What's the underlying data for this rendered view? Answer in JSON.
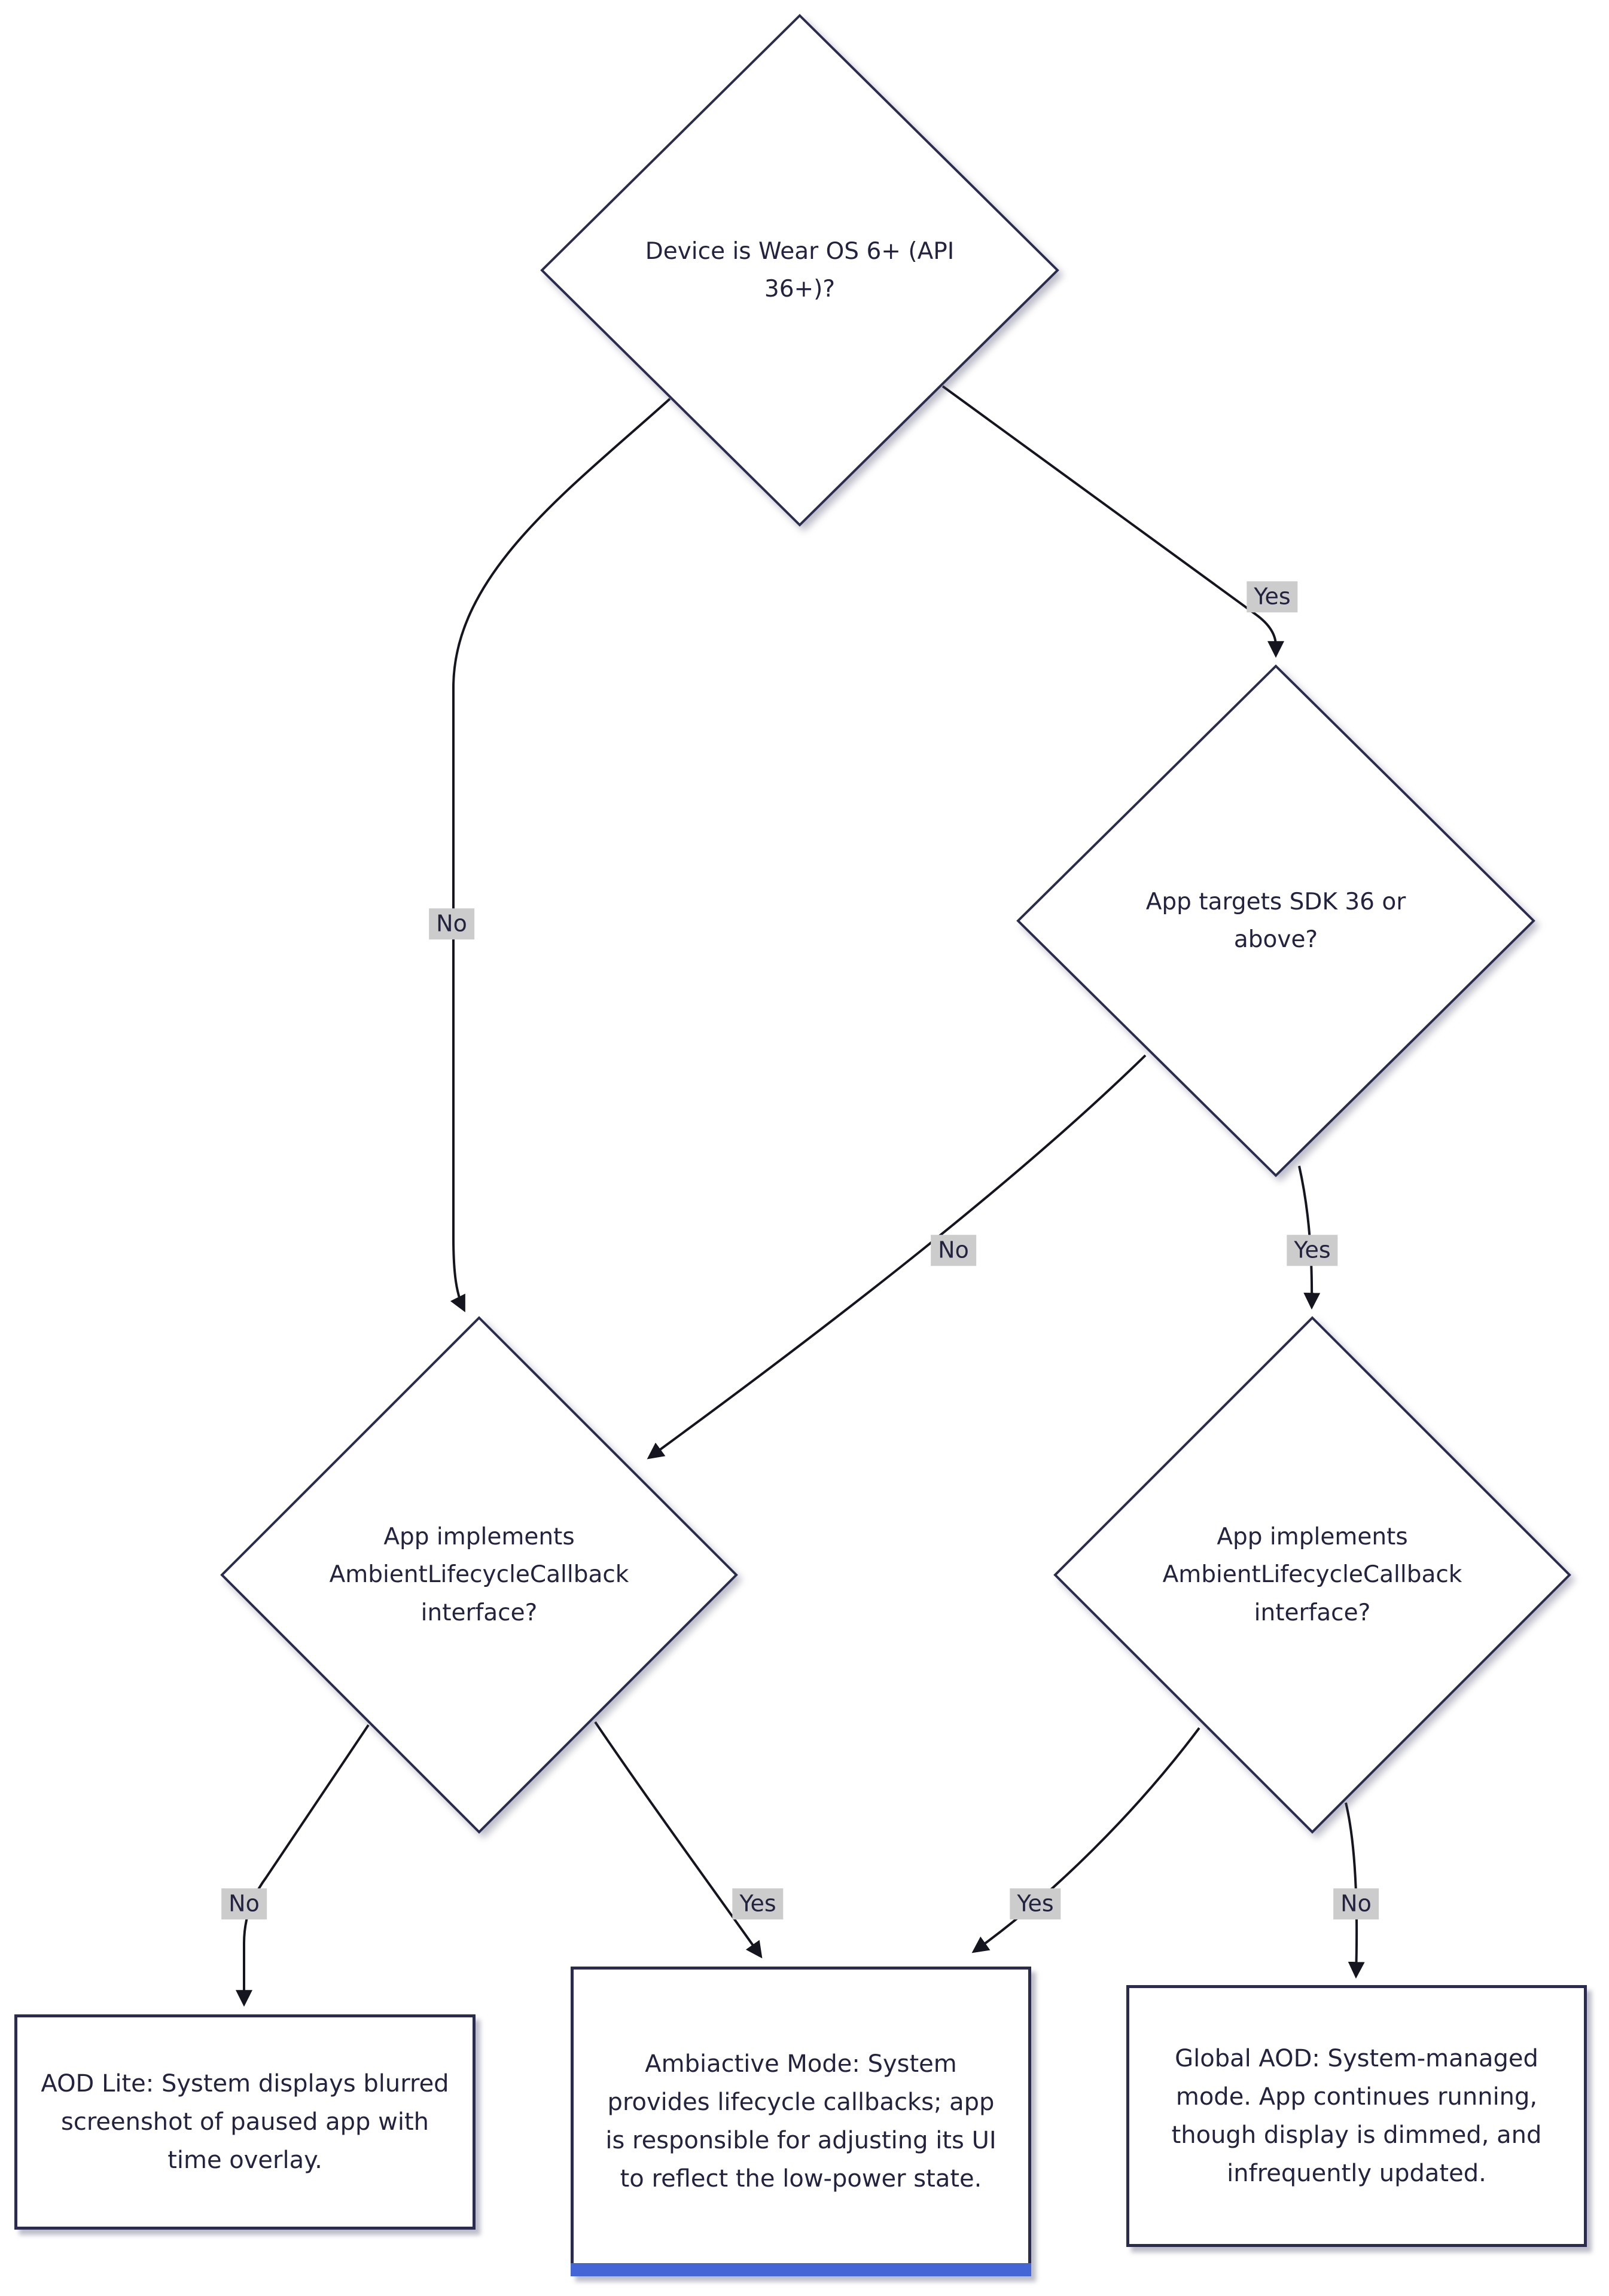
{
  "diagram": {
    "nodes": {
      "d1": {
        "label": "Device is Wear OS 6+ (API 36+)?"
      },
      "d2": {
        "label": "App targets SDK 36 or above?"
      },
      "d3": {
        "label": "App implements AmbientLifecycleCallback interface?"
      },
      "d4": {
        "label": "App implements AmbientLifecycleCallback interface?"
      },
      "aod_lite": {
        "label": "AOD Lite: System displays blurred screenshot of paused app with time overlay."
      },
      "ambiactive": {
        "label": "Ambiactive Mode: System provides lifecycle callbacks; app is responsible for adjusting its UI to reflect the low-power state."
      },
      "global_aod": {
        "label": "Global AOD: System-managed mode. App continues running, though display is dimmed, and infrequently updated."
      }
    },
    "edge_labels": {
      "d1_no": "No",
      "d1_yes": "Yes",
      "d2_no": "No",
      "d2_yes": "Yes",
      "d3_no": "No",
      "d3_yes": "Yes",
      "d4_yes": "Yes",
      "d4_no": "No"
    },
    "colors": {
      "node_border": "#2b2b4d",
      "node_fill": "#ffffff",
      "text": "#23233f",
      "edge": "#15151f",
      "label_bg": "#cccccc",
      "accent_bar": "#4365d6",
      "background": "#ffffff"
    }
  }
}
